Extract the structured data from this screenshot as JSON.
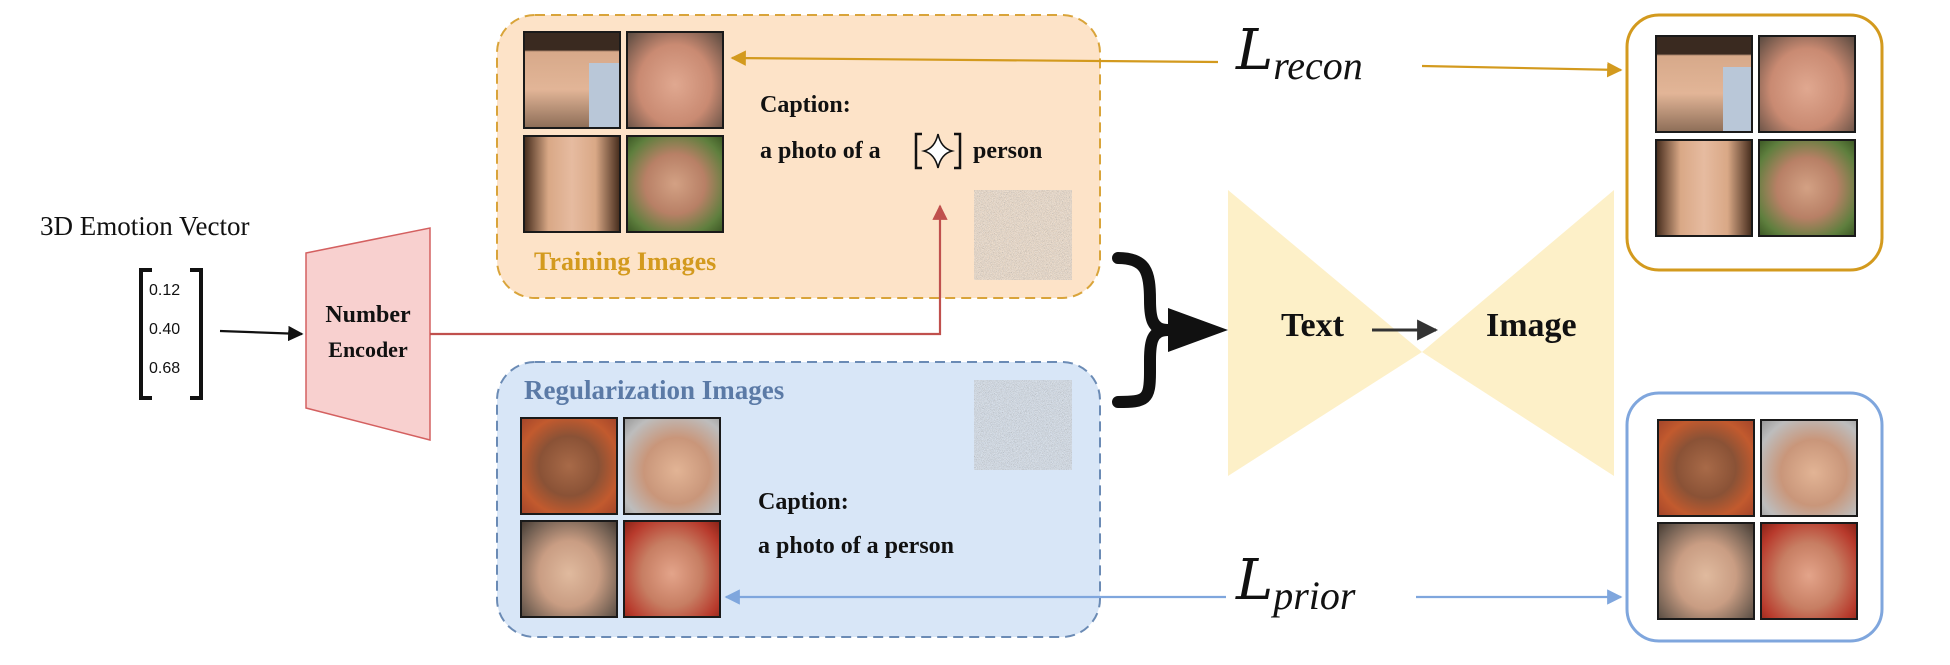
{
  "emotion_vector": {
    "title": "3D Emotion Vector",
    "values": [
      "0.12",
      "0.40",
      "0.68"
    ]
  },
  "encoder": {
    "label_line1": "Number",
    "label_line2": "Encoder"
  },
  "training": {
    "title": "Training Images",
    "caption_label": "Caption:",
    "caption_prefix": "a photo of a",
    "caption_suffix": "person"
  },
  "regularization": {
    "title": "Regularization Images",
    "caption_label": "Caption:",
    "caption_text": "a photo of a person"
  },
  "model": {
    "input": "Text",
    "output": "Image"
  },
  "losses": {
    "recon_script": "L",
    "recon_sub": "recon",
    "prior_script": "L",
    "prior_sub": "prior"
  },
  "colors": {
    "training_fill": "#fde3c8",
    "training_border": "#d9a43a",
    "training_title": "#d39a1e",
    "recon_arrow": "#d39a1e",
    "reg_fill": "#d8e6f7",
    "reg_border": "#6b8bb5",
    "reg_title": "#5b7aa6",
    "prior_arrow": "#7fa6dd",
    "encoder_fill": "#f8d0cf",
    "encoder_border": "#d46060",
    "encoder_arrow": "#c0504d",
    "model_fill": "#fdf0c8"
  }
}
